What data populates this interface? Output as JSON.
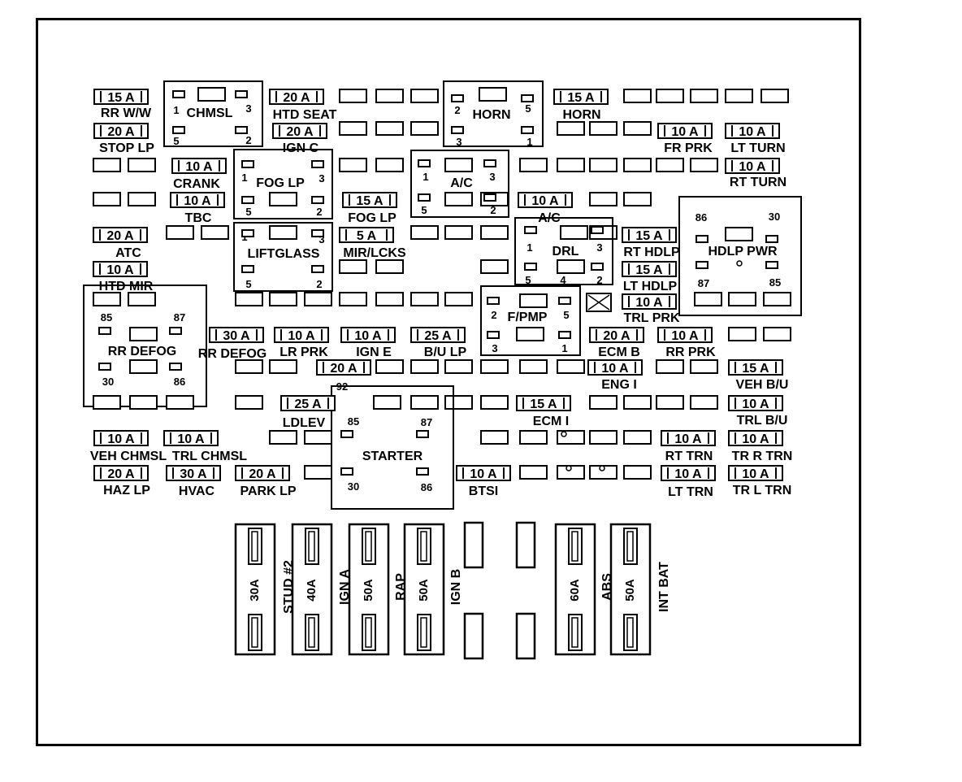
{
  "fuses": [
    {
      "amp": "15 A",
      "label": "RR W/W"
    },
    {
      "amp": "20 A",
      "label": "HTD SEAT"
    },
    {
      "amp": "15 A",
      "label": "HORN"
    },
    {
      "amp": "20 A",
      "label": "STOP LP"
    },
    {
      "amp": "20 A",
      "label": "IGN C"
    },
    {
      "amp": "10 A",
      "label": "FR PRK"
    },
    {
      "amp": "10 A",
      "label": "LT TURN"
    },
    {
      "amp": "10 A",
      "label": "CRANK"
    },
    {
      "amp": "10 A",
      "label": "RT TURN"
    },
    {
      "amp": "10 A",
      "label": "TBC"
    },
    {
      "amp": "15 A",
      "label": "FOG LP"
    },
    {
      "amp": "10 A",
      "label": "A/C"
    },
    {
      "amp": "20 A",
      "label": "ATC"
    },
    {
      "amp": "5 A",
      "label": "MIR/LCKS"
    },
    {
      "amp": "15 A",
      "label": "RT HDLP"
    },
    {
      "amp": "10 A",
      "label": "HTD MIR"
    },
    {
      "amp": "15 A",
      "label": "LT HDLP"
    },
    {
      "amp": "10 A",
      "label": "TRL PRK"
    },
    {
      "amp": "30 A",
      "label": "RR DEFOG"
    },
    {
      "amp": "10 A",
      "label": "LR PRK"
    },
    {
      "amp": "10 A",
      "label": "IGN E"
    },
    {
      "amp": "25 A",
      "label": "B/U LP"
    },
    {
      "amp": "20 A",
      "label": "ECM B"
    },
    {
      "amp": "10 A",
      "label": "RR PRK"
    },
    {
      "amp": "20 A",
      "label": ""
    },
    {
      "amp": "10 A",
      "label": "ENG I"
    },
    {
      "amp": "15 A",
      "label": "VEH B/U"
    },
    {
      "amp": "25 A",
      "label": "LDLEV"
    },
    {
      "amp": "15 A",
      "label": "ECM I"
    },
    {
      "amp": "10 A",
      "label": "TRL B/U"
    },
    {
      "amp": "10 A",
      "label": "VEH CHMSL"
    },
    {
      "amp": "10 A",
      "label": "TRL CHMSL"
    },
    {
      "amp": "10 A",
      "label": "RT TRN"
    },
    {
      "amp": "10 A",
      "label": "TR R TRN"
    },
    {
      "amp": "20 A",
      "label": "HAZ LP"
    },
    {
      "amp": "30 A",
      "label": "HVAC"
    },
    {
      "amp": "20 A",
      "label": "PARK LP"
    },
    {
      "amp": "10 A",
      "label": "BTSI"
    },
    {
      "amp": "10 A",
      "label": "LT TRN"
    },
    {
      "amp": "10 A",
      "label": "TR L TRN"
    }
  ],
  "relays": [
    {
      "name": "CHMSL",
      "pins": [
        "1",
        "3",
        "5",
        "2"
      ]
    },
    {
      "name": "HORN",
      "pins": [
        "2",
        "5",
        "3",
        "1"
      ]
    },
    {
      "name": "FOG LP",
      "pins": [
        "1",
        "3",
        "5",
        "2"
      ]
    },
    {
      "name": "A/C",
      "pins": [
        "1",
        "3",
        "5",
        "2"
      ]
    },
    {
      "name": "LIFTGLASS",
      "pins": [
        "1",
        "3",
        "5",
        "2"
      ]
    },
    {
      "name": "DRL",
      "pins": [
        "1",
        "3",
        "5",
        "4",
        "2"
      ]
    },
    {
      "name": "HDLP PWR",
      "pins": [
        "86",
        "30",
        "87",
        "85"
      ]
    },
    {
      "name": "F/PMP",
      "pins": [
        "2",
        "5",
        "3",
        "1"
      ]
    },
    {
      "name": "RR DEFOG",
      "pins": [
        "85",
        "87",
        "30",
        "86"
      ]
    },
    {
      "name": "STARTER",
      "pins": [
        "92",
        "85",
        "87",
        "30",
        "86"
      ]
    }
  ],
  "maxi_fuses": [
    {
      "amp": "30A",
      "label": "STUD #2"
    },
    {
      "amp": "40A",
      "label": "IGN A"
    },
    {
      "amp": "50A",
      "label": "RAP"
    },
    {
      "amp": "50A",
      "label": "IGN B"
    },
    {
      "amp": "60A",
      "label": "ABS"
    },
    {
      "amp": "50A",
      "label": "INT BAT"
    }
  ]
}
